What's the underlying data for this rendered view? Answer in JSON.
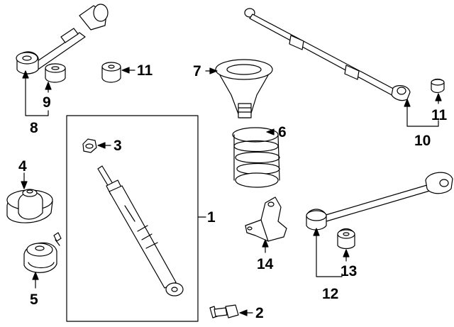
{
  "diagram": {
    "callouts": [
      {
        "id": "c1",
        "text": "1"
      },
      {
        "id": "c2",
        "text": "2"
      },
      {
        "id": "c3",
        "text": "3"
      },
      {
        "id": "c4",
        "text": "4"
      },
      {
        "id": "c5",
        "text": "5"
      },
      {
        "id": "c6",
        "text": "6"
      },
      {
        "id": "c7",
        "text": "7"
      },
      {
        "id": "c8",
        "text": "8"
      },
      {
        "id": "c9",
        "text": "9"
      },
      {
        "id": "c10",
        "text": "10"
      },
      {
        "id": "c11a",
        "text": "11"
      },
      {
        "id": "c11b",
        "text": "11"
      },
      {
        "id": "c12",
        "text": "12"
      },
      {
        "id": "c13",
        "text": "13"
      },
      {
        "id": "c14",
        "text": "14"
      }
    ]
  }
}
